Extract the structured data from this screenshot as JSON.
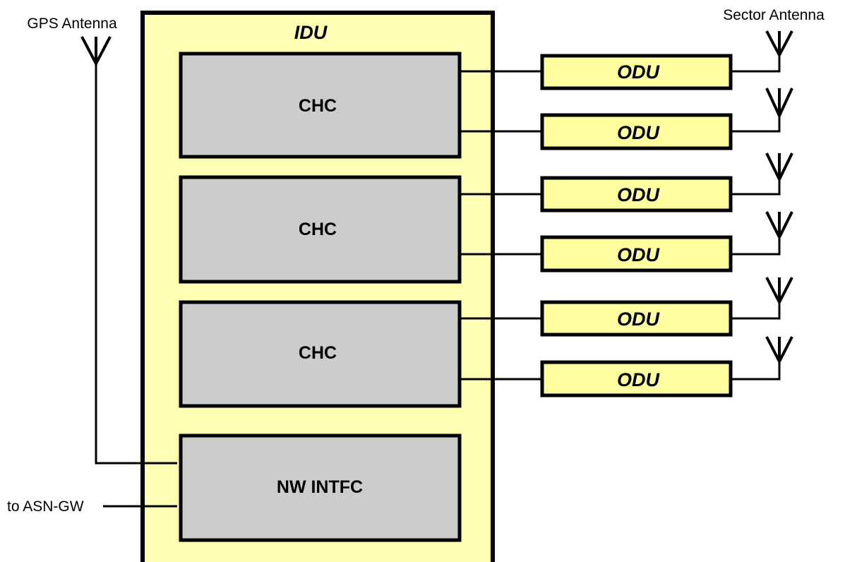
{
  "labels": {
    "gps_antenna": "GPS Antenna",
    "sector_antenna": "Sector Antenna",
    "idu": "IDU",
    "nw_intfc": "NW INTFC",
    "to_asn_gw": "to ASN-GW"
  },
  "chc_modules": [
    {
      "label": "CHC"
    },
    {
      "label": "CHC"
    },
    {
      "label": "CHC"
    }
  ],
  "odu_units": [
    {
      "label": "ODU"
    },
    {
      "label": "ODU"
    },
    {
      "label": "ODU"
    },
    {
      "label": "ODU"
    },
    {
      "label": "ODU"
    },
    {
      "label": "ODU"
    }
  ],
  "colors": {
    "idu_fill": "#ffffb4",
    "odu_fill": "#ffffa0",
    "module_fill": "#cccccc",
    "stroke": "#000000"
  }
}
